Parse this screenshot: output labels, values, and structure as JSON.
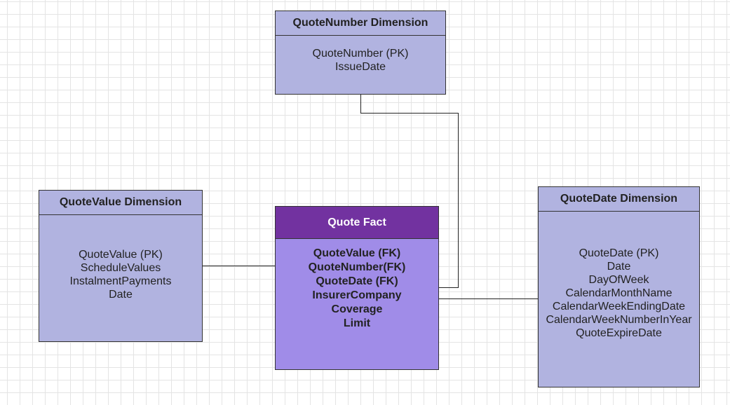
{
  "diagram": {
    "entities": {
      "quote_number_dimension": {
        "title": "QuoteNumber Dimension",
        "fields": [
          "QuoteNumber (PK)",
          "IssueDate"
        ]
      },
      "quote_value_dimension": {
        "title": "QuoteValue Dimension",
        "fields": [
          "QuoteValue (PK)",
          "ScheduleValues",
          "InstalmentPayments",
          "Date"
        ]
      },
      "quote_fact": {
        "title": "Quote Fact",
        "fields": [
          "QuoteValue (FK)",
          "QuoteNumber(FK)",
          "QuoteDate (FK)",
          "InsurerCompany",
          "Coverage",
          "Limit"
        ]
      },
      "quote_date_dimension": {
        "title": "QuoteDate Dimension",
        "fields": [
          "QuoteDate (PK)",
          "Date",
          "DayOfWeek",
          "CalendarMonthName",
          "CalendarWeekEndingDate",
          "CalendarWeekNumberInYear",
          "QuoteExpireDate"
        ]
      }
    },
    "relationships": [
      {
        "from": "quote_number_dimension",
        "to": "quote_fact"
      },
      {
        "from": "quote_value_dimension",
        "to": "quote_fact"
      },
      {
        "from": "quote_date_dimension",
        "to": "quote_fact"
      }
    ],
    "colors": {
      "dimension_fill": "#b1b3e0",
      "fact_header_fill": "#7232a0",
      "fact_body_fill": "#a08ce8",
      "border": "#333333",
      "grid": "#e4e4e4"
    }
  }
}
